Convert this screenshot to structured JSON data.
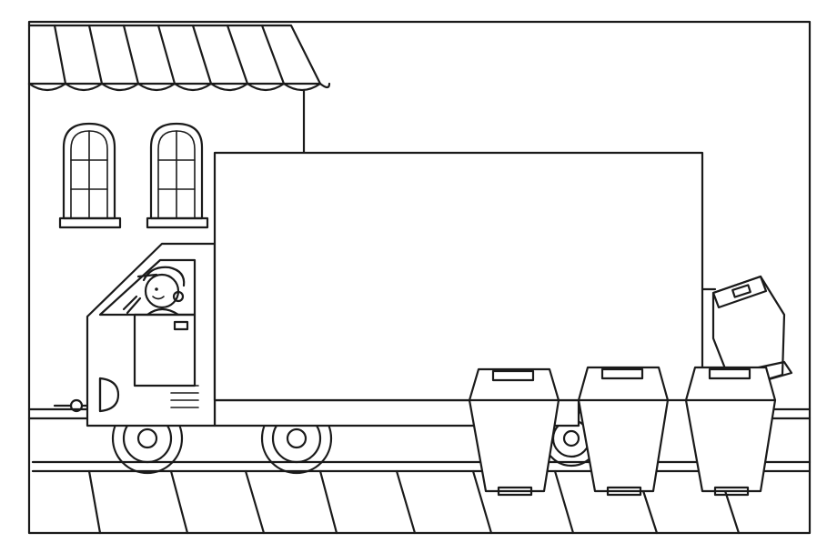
{
  "page": {
    "background_color": "#ffffff",
    "ink_color": "#1a1a1a"
  },
  "scene": {
    "description_icons": [
      "frame-border",
      "awning-icon",
      "building-icon",
      "window-icon",
      "truck-icon",
      "driver-icon",
      "wheel-icon",
      "trash-bin-icon",
      "sidewalk-icon"
    ],
    "truck_cargo_panel_text": "",
    "trash_bin_count": 4,
    "window_count": 2
  }
}
